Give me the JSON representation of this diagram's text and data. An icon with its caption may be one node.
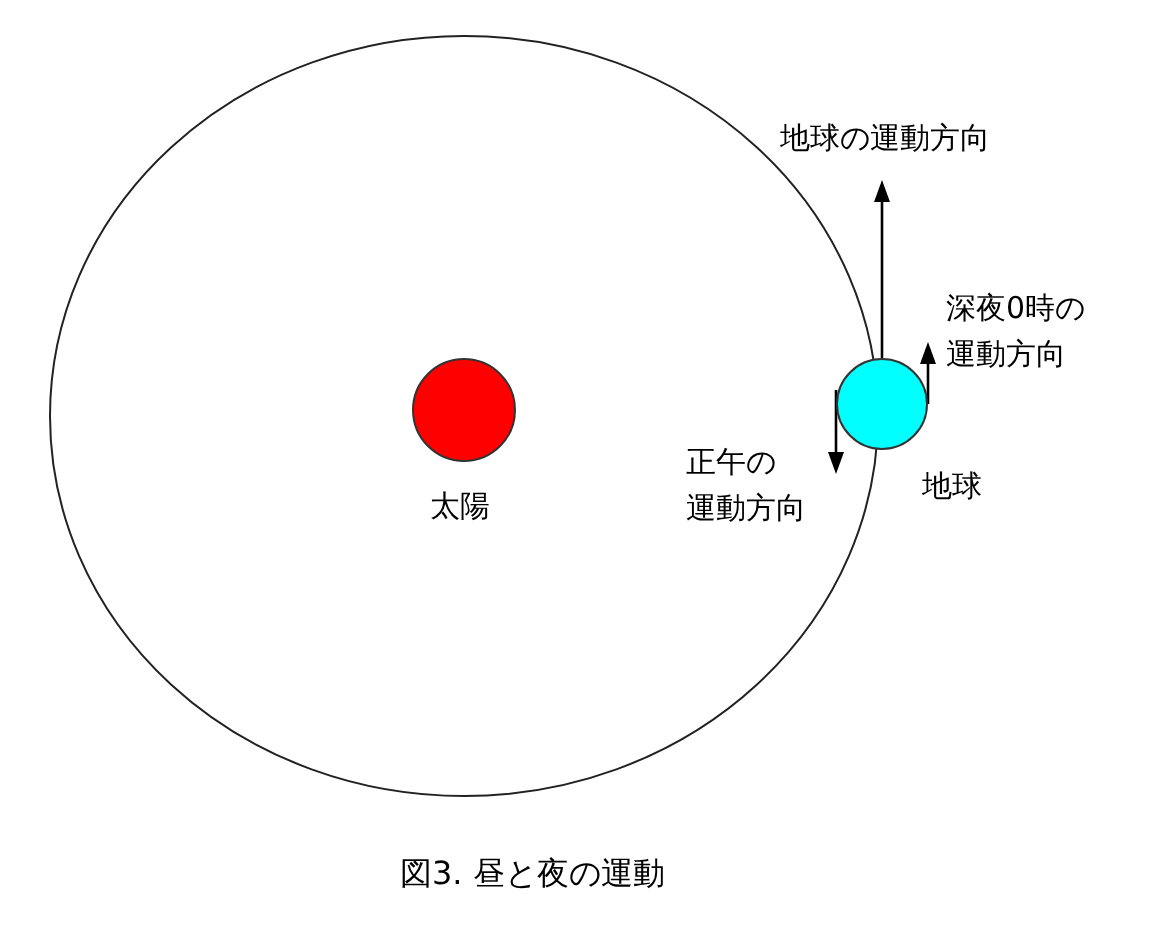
{
  "diagram": {
    "caption": "図3. 昼と夜の運動",
    "nodes": [
      {
        "text": [],
        "shape": "circle",
        "beside": [
          "太陽"
        ]
      },
      {
        "text": [],
        "shape": "circle",
        "beside": [
          "地球"
        ]
      }
    ],
    "edges": [],
    "labels": [
      "地球の運動方向",
      "深夜0時の運動方向",
      "正午の運動方向"
    ]
  }
}
